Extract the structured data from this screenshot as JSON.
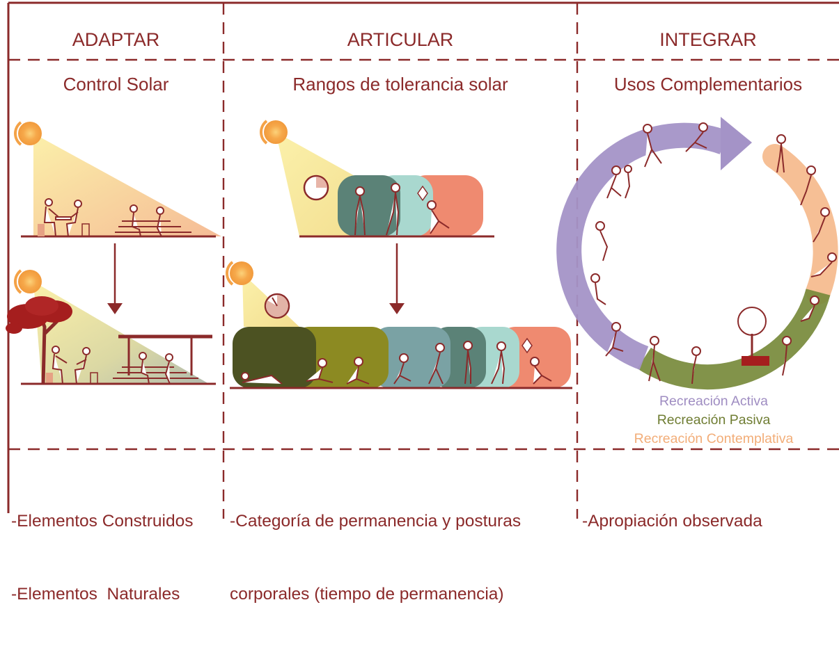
{
  "columns": [
    {
      "header": "ADAPTAR",
      "subtitle": "Control Solar",
      "footer": [
        "-Elementos Construidos",
        "-Elementos  Naturales"
      ]
    },
    {
      "header": "ARTICULAR",
      "subtitle": "Rangos de tolerancia solar",
      "footer": [
        "-Categoría de permanencia y posturas",
        "corporales (tiempo de permanencia)"
      ]
    },
    {
      "header": "INTEGRAR",
      "subtitle": "Usos Complementarios",
      "footer": [
        "-Apropiación observada"
      ]
    }
  ],
  "legend": [
    {
      "label": "Recreación Activa",
      "color": "#9f8dc2"
    },
    {
      "label": "Recreación Pasiva",
      "color": "#6f7d33"
    },
    {
      "label": "Recreación Contemplativa",
      "color": "#f2ad78"
    }
  ],
  "colors": {
    "accent": "#8b2a2a",
    "sun": "#f4a247",
    "tolerance_bands": [
      "#4c5222",
      "#8c8a22",
      "#7aa2a4",
      "#5b8277",
      "#a9d8cf",
      "#ef8a70"
    ]
  },
  "icons": [
    "sun-icon",
    "clock-icon",
    "arrow-down-icon",
    "tree-icon",
    "pergola-icon",
    "person-icon",
    "circular-arrow-icon"
  ]
}
